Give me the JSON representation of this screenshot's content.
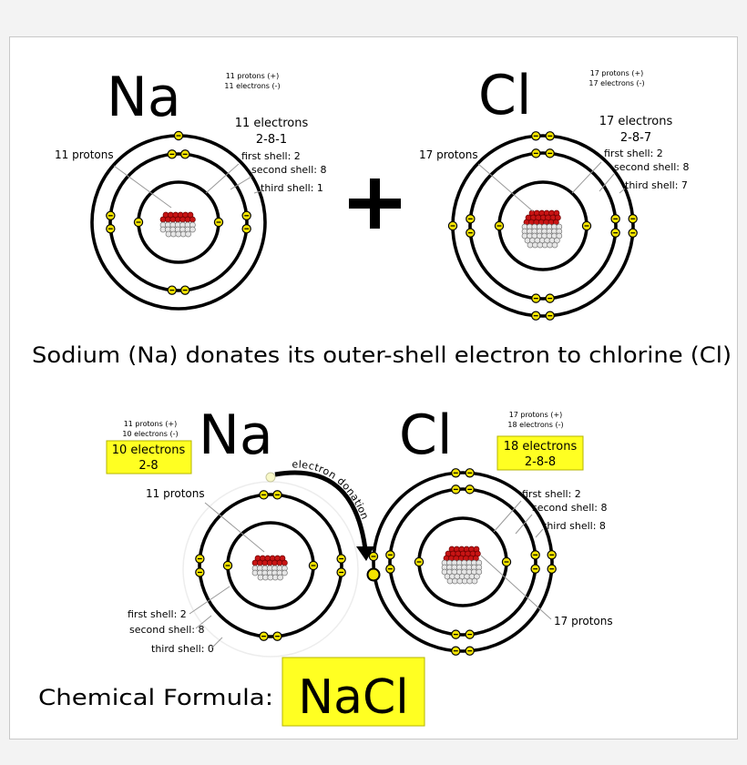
{
  "top": {
    "na": {
      "symbol": "Na",
      "summary": [
        "11 protons (+)",
        "11 electrons (-)"
      ],
      "electrons_label": "11 electrons",
      "config": "2-8-1",
      "protons_label": "11 protons",
      "shells": [
        "first shell: 2",
        "second shell: 8",
        "third shell: 1"
      ]
    },
    "plus": "+",
    "cl": {
      "symbol": "Cl",
      "summary": [
        "17 protons (+)",
        "17 electrons (-)"
      ],
      "electrons_label": "17 electrons",
      "config": "2-8-7",
      "protons_label": "17 protons",
      "shells": [
        "first shell: 2",
        "second shell: 8",
        "third shell: 7"
      ]
    },
    "caption": "Sodium (Na) donates its outer-shell electron to chlorine (Cl)"
  },
  "bottom": {
    "na": {
      "symbol": "Na",
      "summary": [
        "11 protons (+)",
        "10 electrons (-)"
      ],
      "box_line1": "10 electrons",
      "box_line2": "2-8",
      "protons_label": "11 protons",
      "shells": [
        "first shell: 2",
        "second shell: 8",
        "third shell: 0"
      ]
    },
    "cl": {
      "symbol": "Cl",
      "summary": [
        "17 protons (+)",
        "18 electrons (-)"
      ],
      "box_line1": "18 electrons",
      "box_line2": "2-8-8",
      "protons_label": "17 protons",
      "shells": [
        "first shell: 2",
        "second shell: 8",
        "third shell: 8"
      ]
    },
    "arrow_label": "electron donation",
    "formula_label": "Chemical Formula:",
    "formula": "NaCl"
  },
  "colors": {
    "electron": "#f4e400",
    "proton": "#c81414",
    "neutron": "#e6e6e6",
    "highlight": "#ffff22"
  }
}
